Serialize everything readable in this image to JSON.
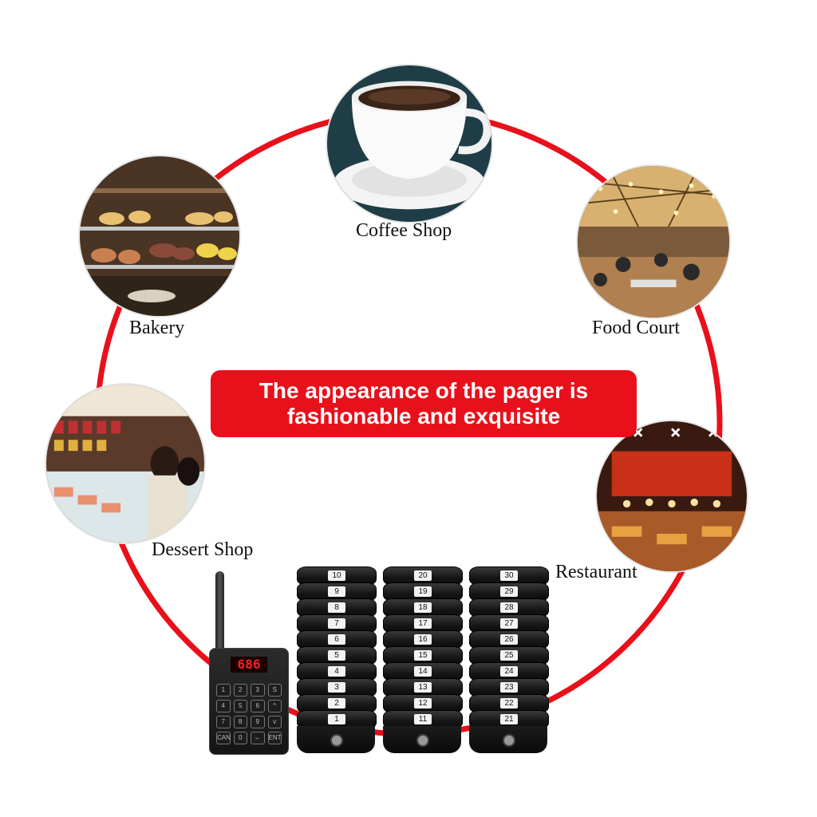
{
  "banner": {
    "line1": "The appearance of the pager is",
    "line2": "fashionable and exquisite"
  },
  "venues": [
    {
      "id": "coffee",
      "label": "Coffee Shop"
    },
    {
      "id": "bakery",
      "label": "Bakery"
    },
    {
      "id": "foodcourt",
      "label": "Food Court"
    },
    {
      "id": "dessert",
      "label": "Dessert Shop"
    },
    {
      "id": "restaurant",
      "label": "Restaurant"
    }
  ],
  "transmitter": {
    "display": "686",
    "keys": [
      "1",
      "2",
      "3",
      "S",
      "4",
      "5",
      "6",
      "^",
      "7",
      "8",
      "9",
      "v",
      "CANCEL",
      "0",
      "←",
      "ENTER"
    ]
  },
  "pager_stacks": [
    [
      "10",
      "9",
      "8",
      "7",
      "6",
      "5",
      "4",
      "3",
      "2",
      "1"
    ],
    [
      "20",
      "19",
      "18",
      "17",
      "16",
      "15",
      "14",
      "13",
      "12",
      "11"
    ],
    [
      "30",
      "29",
      "28",
      "27",
      "26",
      "25",
      "24",
      "23",
      "22",
      "21"
    ]
  ],
  "colors": {
    "accent": "#e8101a",
    "banner_text": "#ffffff",
    "ring": "#e8101a"
  }
}
